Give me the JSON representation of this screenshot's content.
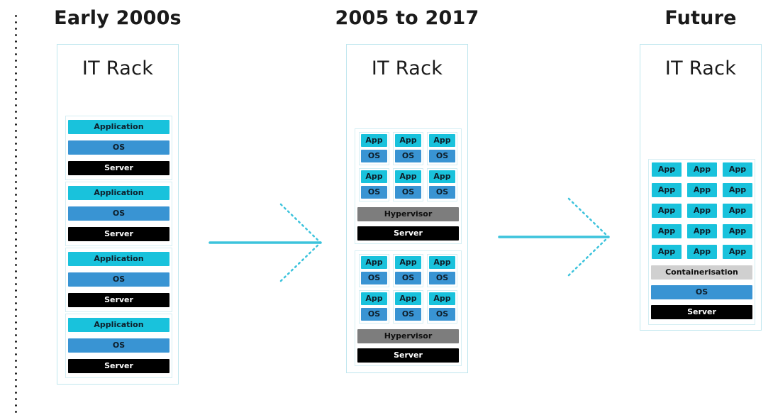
{
  "eras": [
    {
      "title": "Early 2000s",
      "rack_title": "IT Rack"
    },
    {
      "title": "2005 to 2017",
      "rack_title": "IT Rack"
    },
    {
      "title": "Future",
      "rack_title": "IT Rack"
    }
  ],
  "labels": {
    "application": "Application",
    "os": "OS",
    "server": "Server",
    "app": "App",
    "hypervisor": "Hypervisor",
    "containerisation": "Containerisation"
  },
  "colors": {
    "app": "#19c2dc",
    "os": "#3994d3",
    "server": "#000000",
    "hypervisor": "#7d7d7d",
    "containerisation": "#d0d0d0",
    "arrow": "#3cc3dc",
    "rack_border": "#bfe6ee"
  },
  "early_stacks": 4,
  "virtualized_hosts": 2,
  "vms_per_host": 6,
  "containers": 15
}
